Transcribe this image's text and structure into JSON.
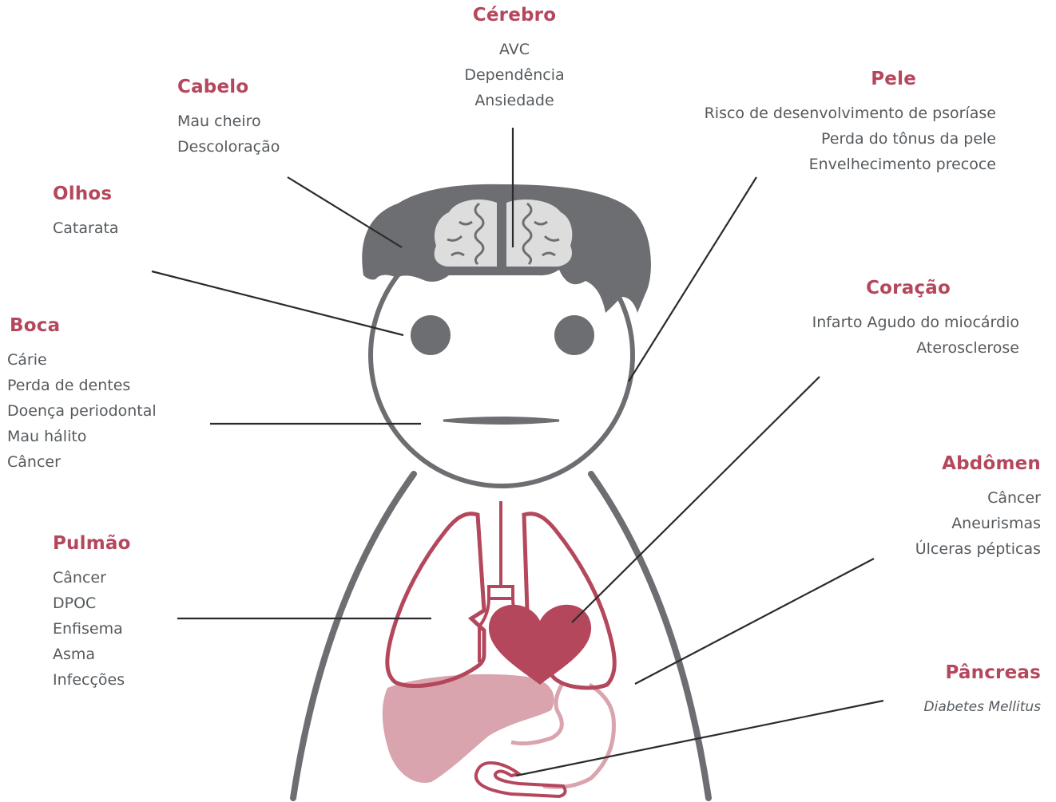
{
  "colors": {
    "accent": "#b5475c",
    "organ_light": "#d9a4ae",
    "gray": "#6d6e71",
    "brain_light": "#dddddd",
    "text": "#555a5e"
  },
  "labels": {
    "cerebro": {
      "title": "Cérebro",
      "items": [
        "AVC",
        "Dependência",
        "Ansiedade"
      ]
    },
    "cabelo": {
      "title": "Cabelo",
      "items": [
        "Mau cheiro",
        "Descoloração"
      ]
    },
    "pele": {
      "title": "Pele",
      "items": [
        "Risco de desenvolvimento de psoríase",
        "Perda do tônus da pele",
        "Envelhecimento precoce"
      ]
    },
    "olhos": {
      "title": "Olhos",
      "items": [
        "Catarata"
      ]
    },
    "boca": {
      "title": "Boca",
      "items": [
        "Cárie",
        "Perda de dentes",
        "Doença periodontal",
        "Mau hálito",
        "Câncer"
      ]
    },
    "coracao": {
      "title": "Coração",
      "items": [
        "Infarto Agudo do miocárdio",
        "Aterosclerose"
      ]
    },
    "abdomen": {
      "title": "Abdômen",
      "items": [
        "Câncer",
        "Aneurismas",
        "Úlceras pépticas"
      ]
    },
    "pulmao": {
      "title": "Pulmão",
      "items": [
        "Câncer",
        "DPOC",
        "Enfisema",
        "Asma",
        "Infecções"
      ]
    },
    "pancreas": {
      "title": "Pâncreas",
      "items": [
        "Diabetes Mellitus"
      ]
    }
  }
}
